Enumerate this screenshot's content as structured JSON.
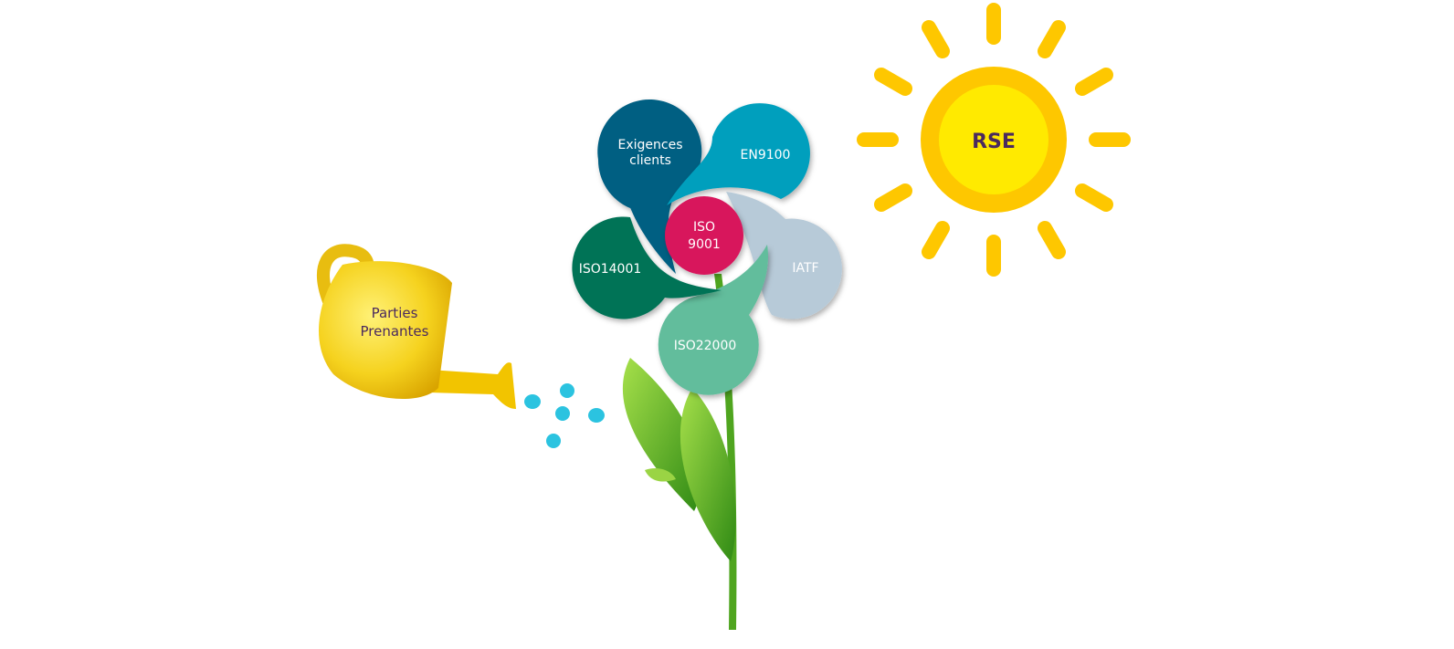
{
  "watering_can": {
    "label_line1": "Parties",
    "label_line2": "Prenantes",
    "color": "#f5d21e"
  },
  "sun": {
    "label": "RSE",
    "outer_color": "#fec700",
    "inner_color": "#ffea00",
    "text_color": "#4a2a5e"
  },
  "flower": {
    "center": {
      "line1": "ISO",
      "line2": "9001",
      "color": "#d8125b"
    },
    "petals": [
      {
        "line1": "Exigences",
        "line2": "clients",
        "color": "#035e82"
      },
      {
        "line1": "EN9100",
        "line2": "",
        "color": "#039fbd"
      },
      {
        "line1": "IATF",
        "line2": "",
        "color": "#b7cad8"
      },
      {
        "line1": "ISO22000",
        "line2": "",
        "color": "#62bd9c"
      },
      {
        "line1": "ISO14001",
        "line2": "",
        "color": "#057356"
      }
    ]
  },
  "drops_color": "#2bc3e0",
  "stem_color": "#4fa51f"
}
